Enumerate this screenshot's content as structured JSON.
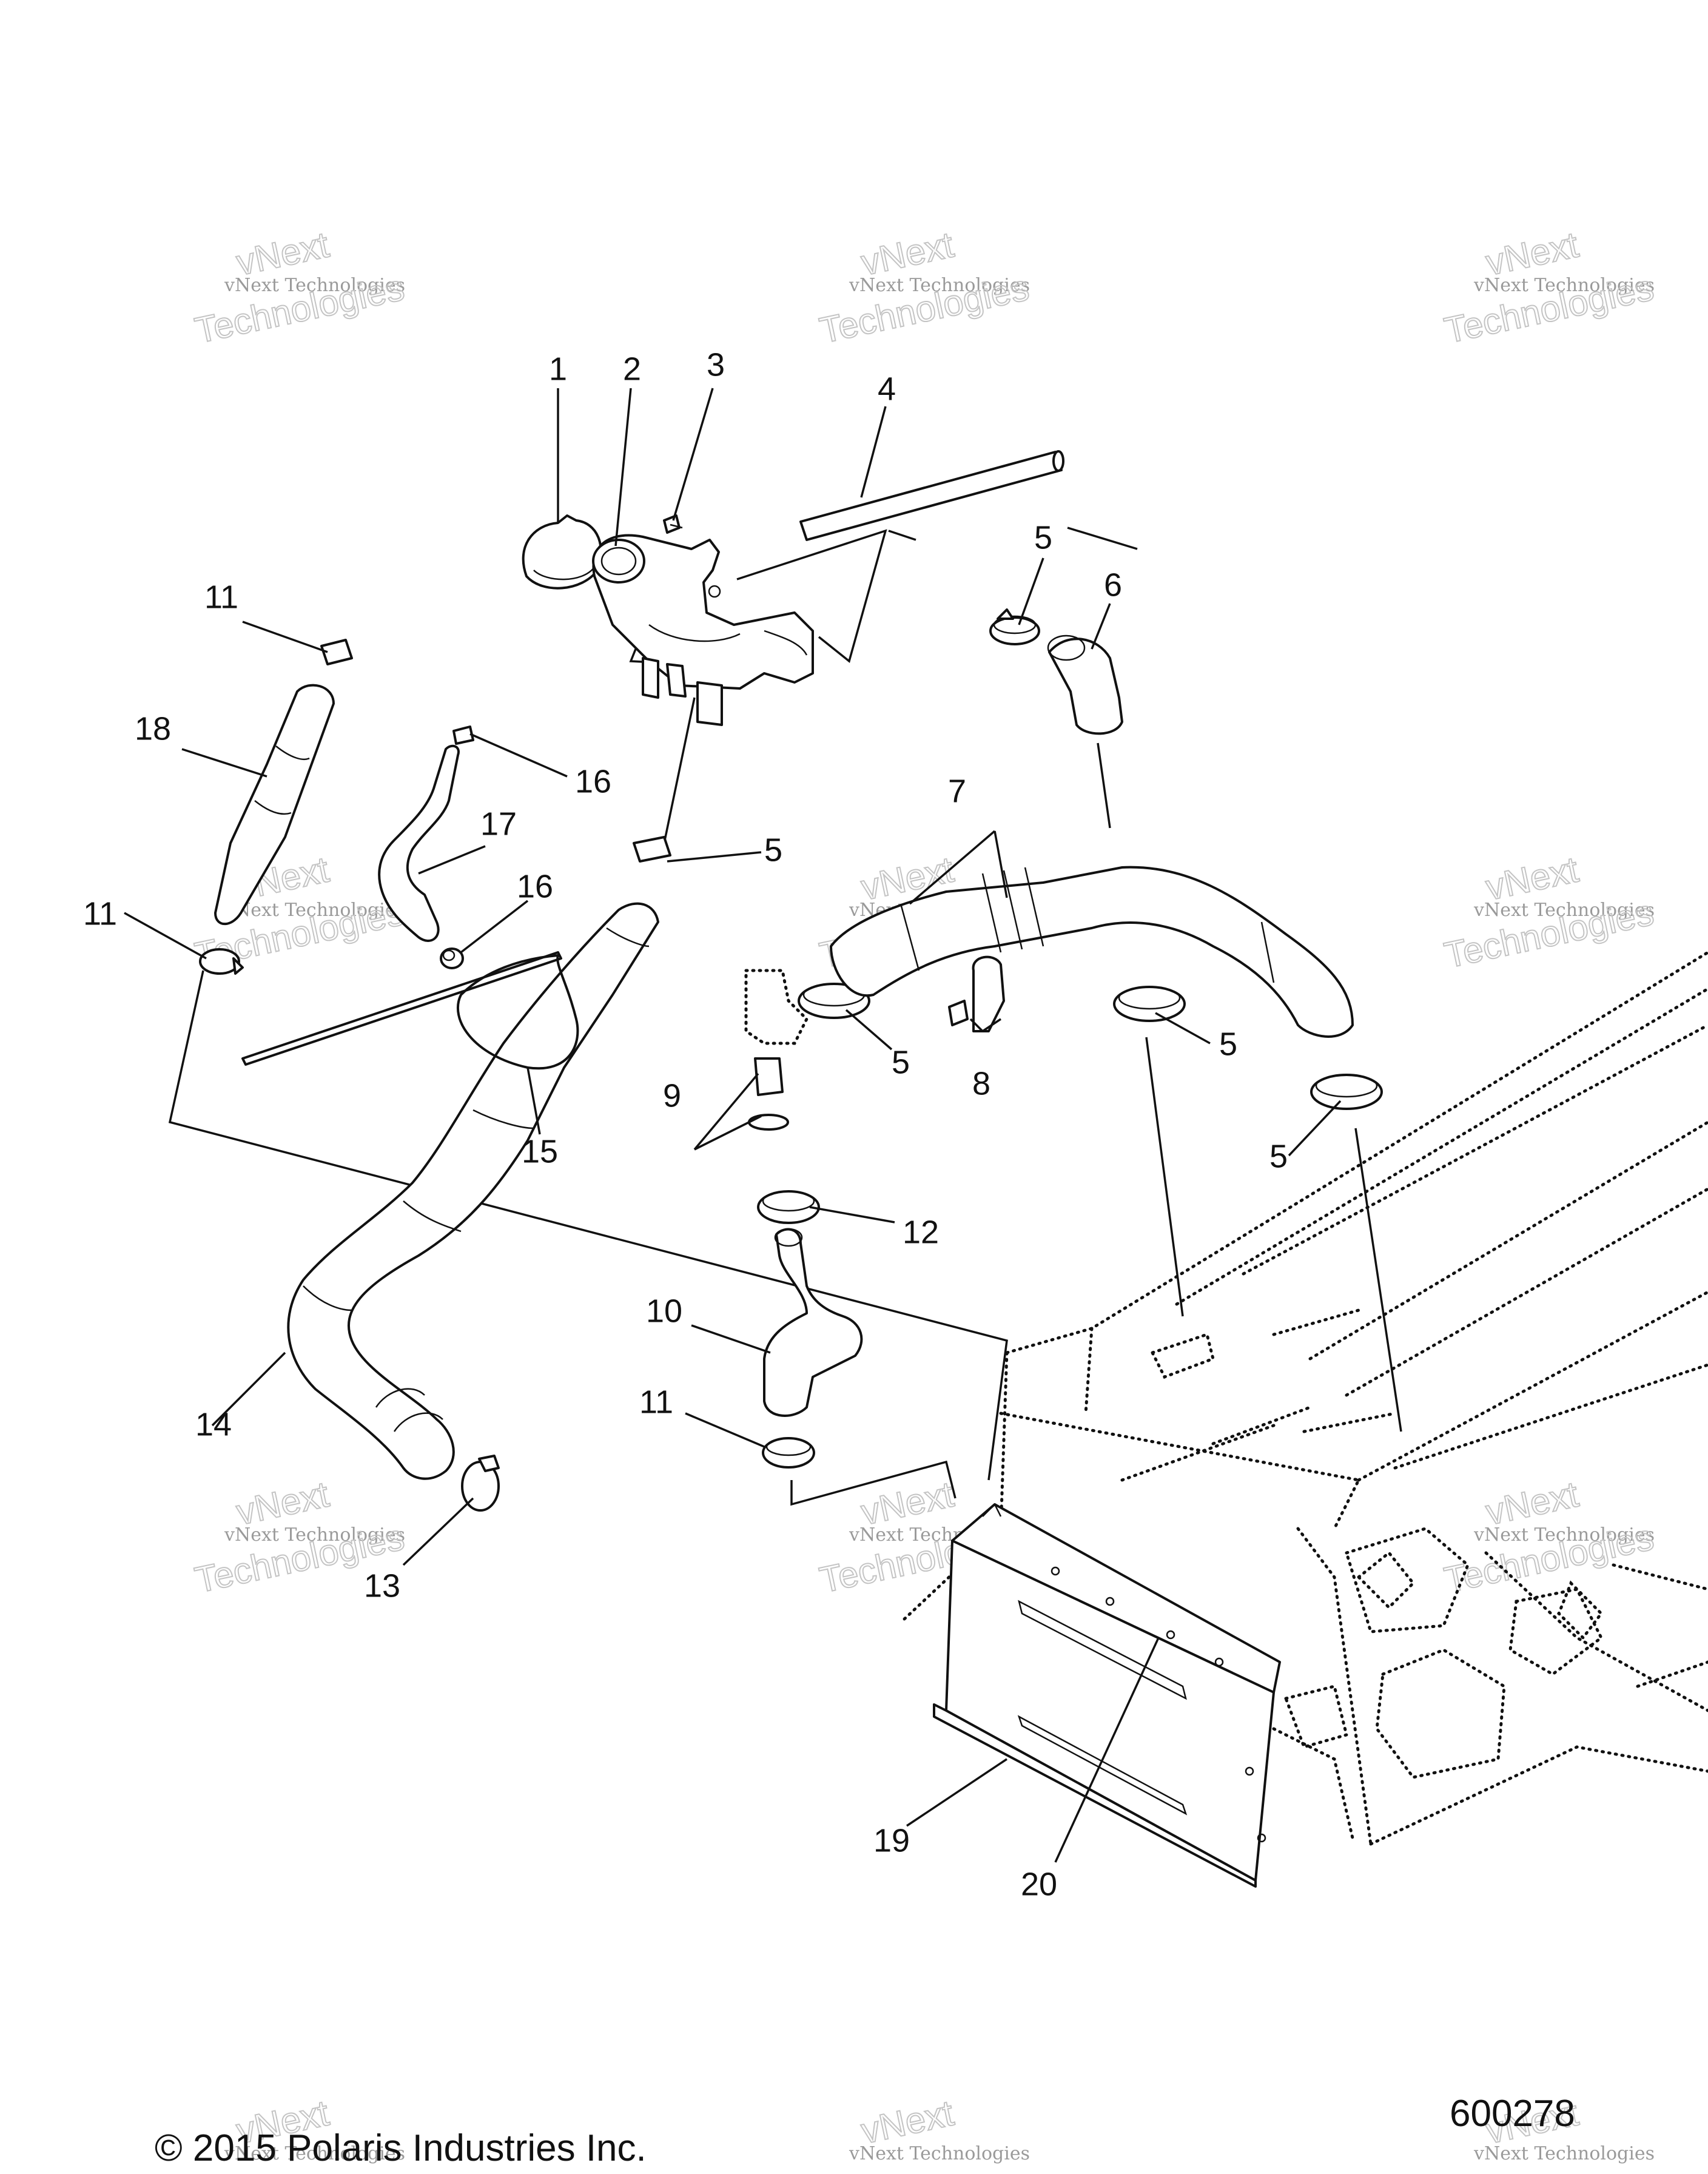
{
  "copyright": "© 2015 Polaris Industries Inc.",
  "figure_number": "600278",
  "watermark_line1": "vNext Technologies",
  "watermark_line2": "vNext",
  "watermark_line3": "Technologies",
  "callouts": [
    "1",
    "2",
    "3",
    "4",
    "5",
    "6",
    "5",
    "7",
    "11",
    "18",
    "16",
    "17",
    "5",
    "16",
    "11",
    "5",
    "8",
    "5",
    "5",
    "15",
    "9",
    "12",
    "10",
    "14",
    "11",
    "13",
    "19",
    "20"
  ]
}
